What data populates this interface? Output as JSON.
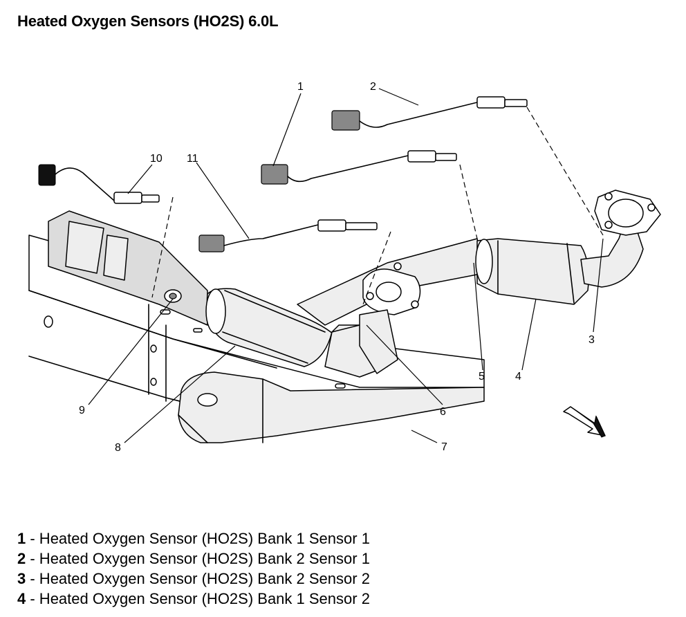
{
  "title": "Heated Oxygen Sensors (HO2S) 6.0L",
  "callouts": [
    "1",
    "2",
    "3",
    "4",
    "5",
    "6",
    "7",
    "8",
    "9",
    "10",
    "11"
  ],
  "legend": [
    {
      "num": "1",
      "text": " - Heated Oxygen Sensor (HO2S) Bank 1 Sensor 1"
    },
    {
      "num": "2",
      "text": " - Heated Oxygen Sensor (HO2S) Bank 2 Sensor 1"
    },
    {
      "num": "3",
      "text": " - Heated Oxygen Sensor (HO2S) Bank 2 Sensor 2"
    },
    {
      "num": "4",
      "text": " - Heated Oxygen Sensor (HO2S) Bank 1 Sensor 2"
    }
  ]
}
